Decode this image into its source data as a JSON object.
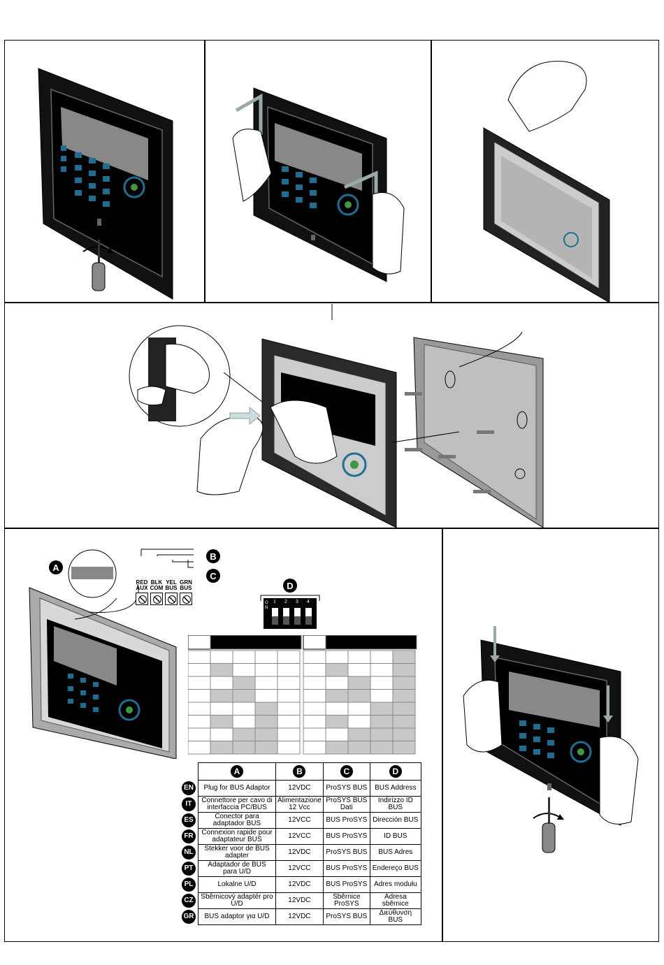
{
  "callouts": {
    "a": "A",
    "b": "B",
    "c": "C",
    "d": "D"
  },
  "terminals": [
    {
      "top": "RED",
      "bottom": "AUX"
    },
    {
      "top": "BLK",
      "bottom": "COM"
    },
    {
      "top": "YEL",
      "bottom": "BUS"
    },
    {
      "top": "GRN",
      "bottom": "BUS"
    }
  ],
  "dip": {
    "on_label": "ON",
    "numbers": [
      "1",
      "2",
      "3",
      "4"
    ]
  },
  "table": {
    "headers": [
      "A",
      "B",
      "C",
      "D"
    ],
    "rows": [
      {
        "lang": "EN",
        "a": "Plug for BUS Adaptor",
        "b": "12VDC",
        "c": "ProSYS BUS",
        "d": "BUS Address"
      },
      {
        "lang": "IT",
        "a": "Connettore per cavo di interfaccia PC/BUS",
        "b": "Alimentazione 12 Vcc",
        "c": "ProSYS BUS Dati",
        "d": "Indirizzo ID BUS"
      },
      {
        "lang": "ES",
        "a": "Conector para adaptador BUS",
        "b": "12VCC",
        "c": "BUS ProSYS",
        "d": "Dirección BUS"
      },
      {
        "lang": "FR",
        "a": "Connexion rapide pour adaptateur BUS",
        "b": "12VCC",
        "c": "BUS ProSYS",
        "d": "ID BUS"
      },
      {
        "lang": "NL",
        "a": "Stekker voor de BUS adapter",
        "b": "12VDC",
        "c": "ProSYS BUS",
        "d": "BUS Adres"
      },
      {
        "lang": "PT",
        "a": "Adaptador de BUS para U/D",
        "b": "12VCC",
        "c": "BUS ProSYS",
        "d": "Endereço BUS"
      },
      {
        "lang": "PL",
        "a": "Lokalne U/D",
        "b": "12VDC",
        "c": "BUS ProSYS",
        "d": "Adres modułu"
      },
      {
        "lang": "CZ",
        "a": "Sběrnicový adaptér pro U/D",
        "b": "12VDC",
        "c": "Sběrnice ProSYS",
        "d": "Adresa sběrnice"
      },
      {
        "lang": "GR",
        "a": "BUS adaptor για U/D",
        "b": "12VDC",
        "c": "ProSYS BUS",
        "d": "Διεύθυνση BUS"
      }
    ]
  },
  "colors": {
    "ink": "#000000",
    "panel": "#1a1a1a",
    "screen": "#8a8a8a",
    "key": "#39a9d6",
    "shade": "#c8c8c8"
  }
}
